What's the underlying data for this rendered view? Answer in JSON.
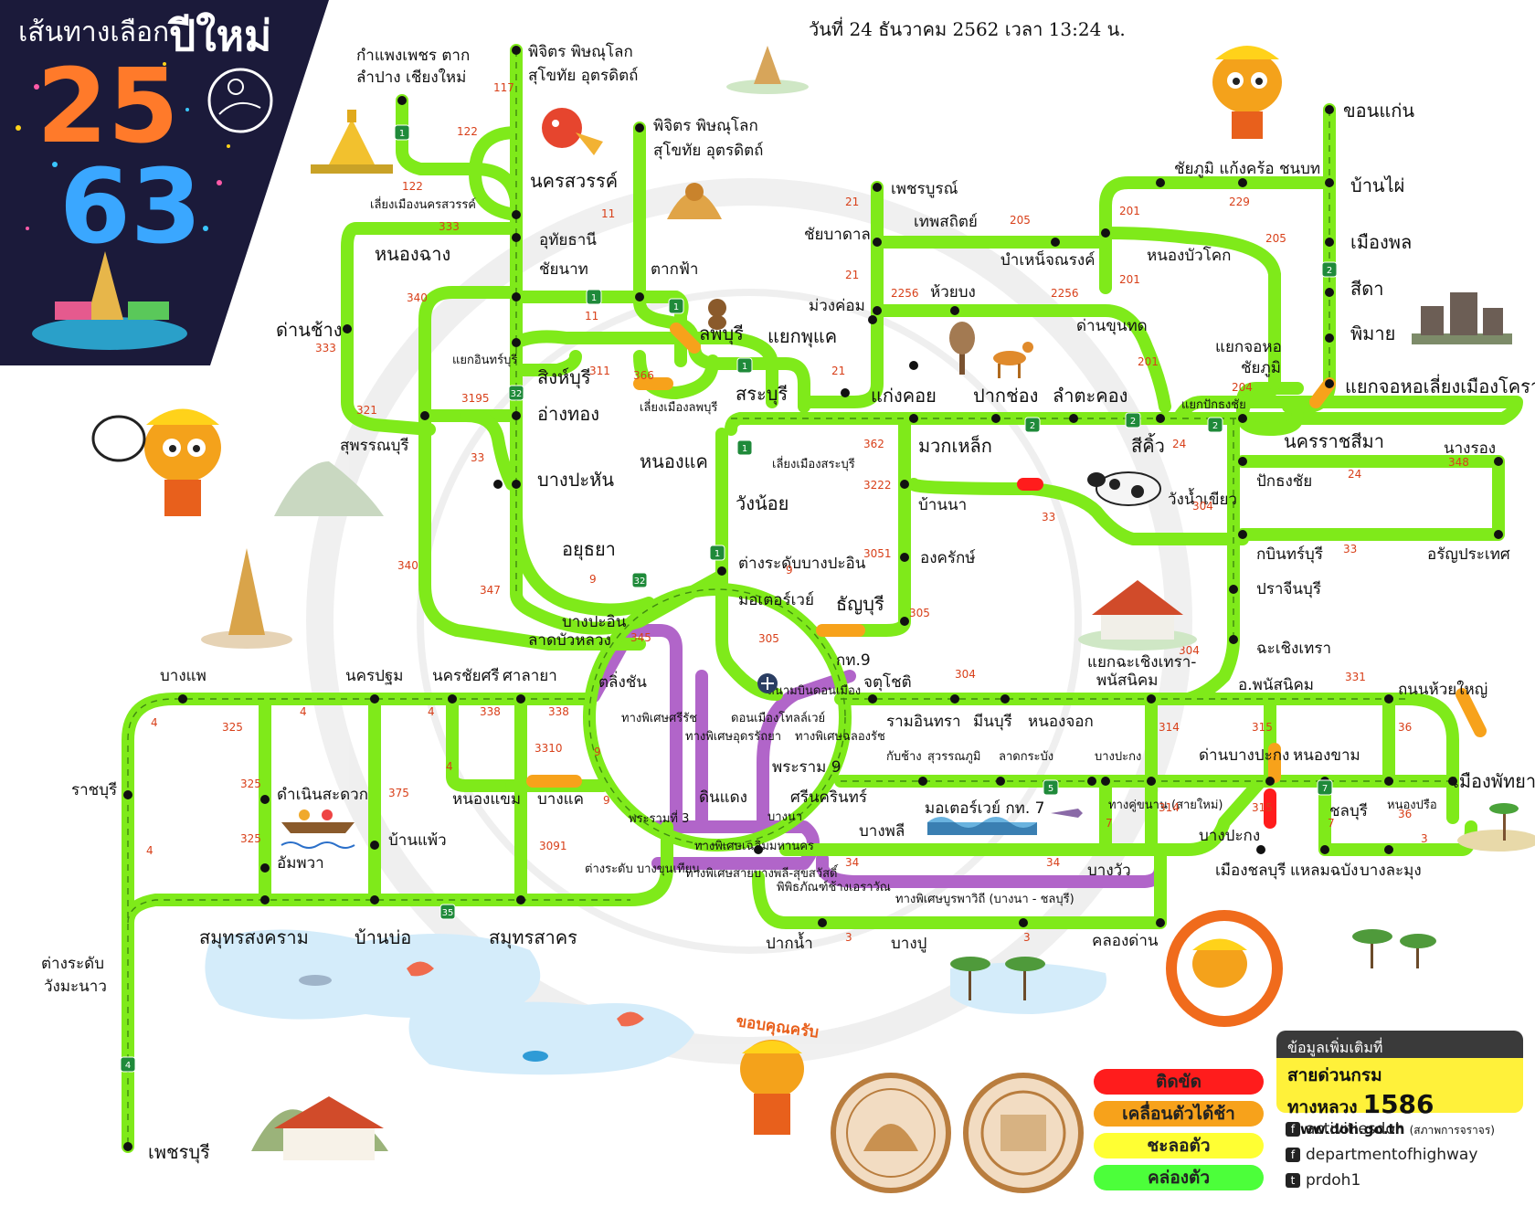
{
  "header": {
    "campaign_title": "เส้นทางเลือก",
    "campaign_title_2": "ปีใหม่",
    "year_top": "25",
    "year_bottom": "63"
  },
  "datetime": "วันที่ 24 ธันวาคม 2562 เวลา 13:24 น.",
  "colors": {
    "free_flow": "#7fea1a",
    "slow": "#f7a21b",
    "congested": "#ffff33",
    "jam": "#ff1c1c",
    "expressway": "#b165c9",
    "header_bg": "#1b1a3a"
  },
  "places": {
    "nakhon_sawan": "นครสวรรค์",
    "uthai_thani": "อุทัยธานี",
    "chainat": "ชัยนาท",
    "takfa": "ตากฟ้า",
    "lopburi": "ลพบุรี",
    "singburi": "สิงห์บุรี",
    "angthong": "อ่างทอง",
    "bang_pahan": "บางปะหัน",
    "ayutthaya": "อยุธยา",
    "saraburi": "สระบุรี",
    "nong_khae": "หนองแค",
    "wang_noi": "วังน้อย",
    "nong_chang": "หนองฉาง",
    "dan_chang": "ด่านช้าง",
    "suphanburi": "สุพรรณบุรี",
    "phichit_1": "พิจิตร พิษณุโลก",
    "sukhothai_1": "สุโขทัย อุตรดิตถ์",
    "phichit_2": "พิจิตร พิษณุโลก",
    "sukhothai_2": "สุโขทัย อุตรดิตถ์",
    "kamphaeng": "กำแพงเพชร ตาก",
    "lampang": "ลำปาง เชียงใหม่",
    "bypass_nakhon_sawan": "เลี่ยงเมืองนครสวรรค์",
    "yaek_inburi": "แยกอินทร์บุรี",
    "bypass_lopburi": "เลี่ยงเมืองลพบุรี",
    "bypass_saraburi": "เลี่ยงเมืองสระบุรี",
    "phetchabun": "เพชรบูรณ์",
    "thep_sathit": "เทพสถิตย์",
    "chaibadan": "ชัยบาดาล",
    "bamnet": "บำเหน็จณรงค์",
    "muang_khom": "ม่วงค่อม",
    "huai_bong": "ห้วยบง",
    "dan_khun_thot": "ด่านขุนทด",
    "yaek_phu_khae": "แยกพุแค",
    "kaeng_khoi": "แก่งคอย",
    "pak_chong": "ปากช่อง",
    "lam_takhong": "ลำตะคอง",
    "muak_lek": "มวกเหล็ก",
    "si_khio": "สีคิ้ว",
    "nakhon_ratchasima": "นครราชสีมา",
    "khon_kaen": "ขอนแก่น",
    "ban_phai": "บ้านไผ่",
    "mueang_phon": "เมืองพล",
    "sida": "สีดา",
    "phimai": "พิมาย",
    "chaiyaphum_list": "ชัยภูมิ แก้งคร้อ ชนบท",
    "nong_bua_khok": "หนองบัวโคก",
    "yaek_chor_hor_1": "แยกจอหอ",
    "yaek_chor_hor_2": "ชัยภูมิ",
    "yaek_chor_hor_bypass": "แยกจอหอเลี่ยงเมืองโคราช",
    "yaek_pak_thong_chai": "แยกปักธงชัย",
    "nang_rong": "นางรอง",
    "pak_thong_chai": "ปักธงชัย",
    "wang_nam_khiao": "วังน้ำเขียว",
    "kabin_buri": "กบินทร์บุรี",
    "aranyaprathet": "อรัญประเทศ",
    "prachinburi": "ปราจีนบุรี",
    "chachoengsao": "ฉะเชิงเทรา",
    "yaek_chachoengsao_1": "แยกฉะเชิงเทรา-",
    "yaek_chachoengsao_2": "พนัสนิคม",
    "ban_na": "บ้านนา",
    "ongkharak": "องครักษ์",
    "tanyaburi": "ธัญบุรี",
    "bang_pa_in_interchange": "ต่างระดับบางปะอิน",
    "motorway": "มอเตอร์เวย์",
    "kor_9": "กท.9",
    "bang_pa_in": "บางปะอิน",
    "lat_bua_luang": "ลาดบัวหลวง",
    "taling_chan": "ตลิ่งชัน",
    "udorn_rattaya": "ทางพิเศษอุดรรัถยา",
    "don_mueang_road": "ดอนเมืองโทลล์เวย์",
    "airport": "สนามบินดอนเมือง",
    "chalong_rat": "ทางพิเศษฉลองรัช",
    "si_rat": "ทางพิเศษศรีรัช",
    "chatuchot": "จตุโชติ",
    "ram_inthra": "รามอินทรา",
    "min_buri": "มีนบุรี",
    "nong_chok": "หนองจอก",
    "khlong_tan": "กับช้าง",
    "suvarnabhumi": "สุวรรณภูมิ",
    "lat_krabang": "ลาดกระบัง",
    "bang_pakong_1": "บางปะกง",
    "phra_ram_9": "พระราม 9",
    "din_daeng": "ดินแดง",
    "srinagarindra": "ศรีนครินทร์",
    "bang_na": "บางนา",
    "bang_phli": "บางพลี",
    "motorway_7": "มอเตอร์เวย์ กท. 7",
    "phra_ram_3": "พระรามที่ 3",
    "chaloem_maha_nakhon": "ทางพิเศษเฉลิมมหานคร",
    "bang_na_expressway": "ทางพิเศษสายบางพลี-สุขสวัสดิ์",
    "burapha_withi": "ทางพิเศษบูรพาวิถี (บางนา - ชลบุรี)",
    "bang_wua": "บางวัว",
    "museum": "พิพิธภัณฑ์ช้างเอราวัณ",
    "pak_nam": "ปากน้ำ",
    "bang_pu": "บางปู",
    "khlong_dan": "คลองด่าน",
    "bang_pakong_2": "บางปะกง",
    "dan_bang_pakong": "ด่านบางปะกง",
    "phanat_nikhom": "อ.พนัสนิคม",
    "nong_kham": "หนองขาม",
    "huai_yai": "ถนนห้วยใหญ่",
    "pattaya": "เมืองพัทยา",
    "chonburi": "ชลบุรี",
    "nong_prue": "หนองปรือ",
    "mueang_chonburi": "เมืองชลบุรี",
    "laem_chabang": "แหลมฉบัง",
    "bang_lamung": "บางละมุง",
    "parallel_road": "ทางคู่ขนาน (สายใหม่)",
    "bang_phae": "บางแพ",
    "nakhon_pathom": "นครปฐม",
    "nakhon_chai_si": "นครชัยศรี",
    "sala_ya": "ศาลายา",
    "ratchaburi": "ราชบุรี",
    "damnoen_saduak": "ดำเนินสะดวก",
    "amphawa": "อัมพวา",
    "ban_phaeo": "บ้านแพ้ว",
    "nong_khaem": "หนองแขม",
    "bang_khae": "บางแค",
    "bang_khun_thian": "ต่างระดับ บางขุนเทียน",
    "samut_songkhram": "สมุทรสงคราม",
    "ban_bo": "บ้านบ่อ",
    "samut_sakhon": "สมุทรสาคร",
    "wang_manao_1": "ต่างระดับ",
    "wang_manao_2": "วังมะนาว",
    "phetchaburi": "เพชรบุรี",
    "thank_you": "ขอบคุณครับ"
  },
  "route_numbers": [
    "117",
    "122",
    "122",
    "333",
    "340",
    "333",
    "321",
    "3195",
    "33",
    "340",
    "347",
    "11",
    "11",
    "311",
    "366",
    "21",
    "21",
    "21",
    "2256",
    "2256",
    "205",
    "201",
    "201",
    "229",
    "205",
    "362",
    "3222",
    "3051",
    "305",
    "305",
    "345",
    "9",
    "9",
    "24",
    "24",
    "304",
    "304",
    "348",
    "33",
    "33",
    "304",
    "331",
    "314",
    "315",
    "314",
    "315",
    "36",
    "36",
    "3",
    "7",
    "7",
    "34",
    "34",
    "3",
    "3",
    "325",
    "325",
    "325",
    "4",
    "4",
    "4",
    "4",
    "4",
    "338",
    "338",
    "3310",
    "375",
    "3091",
    "9",
    "9",
    "204",
    "201"
  ],
  "shields": [
    "1",
    "1",
    "1",
    "1",
    "1",
    "1",
    "32",
    "32",
    "2",
    "2",
    "2",
    "2",
    "35",
    "5",
    "7",
    "4"
  ],
  "legend": {
    "jam": "ติดขัด",
    "slow": "เคลื่อนตัวได้ช้า",
    "congested": "ชะลอตัว",
    "free": "คล่องตัว"
  },
  "info": {
    "heading": "ข้อมูลเพิ่มเติมที่",
    "hotline": "สายด่วนกรมทางหลวง",
    "hotline_number": "1586",
    "website": "www.doh.go.th",
    "website_note": "(สภาพการจราจร)",
    "facebook_1": "activitiesdoh",
    "facebook_2": "departmentofhighway",
    "twitter": "prdoh1"
  },
  "icons": [
    "calendar-mouse-icon",
    "mascot-elephant-icon",
    "temple-icon",
    "pagoda-icon",
    "deer-icon",
    "cow-icon",
    "monkey-icon",
    "lion-dance-icon",
    "buddha-statue-icon",
    "castle-ruins-icon",
    "boat-market-icon",
    "fish-icon",
    "shrimp-icon",
    "mangrove-icon",
    "seal-icon",
    "airport-icon",
    "airplane-icon",
    "beach-icon",
    "facebook-icon",
    "twitter-icon"
  ]
}
